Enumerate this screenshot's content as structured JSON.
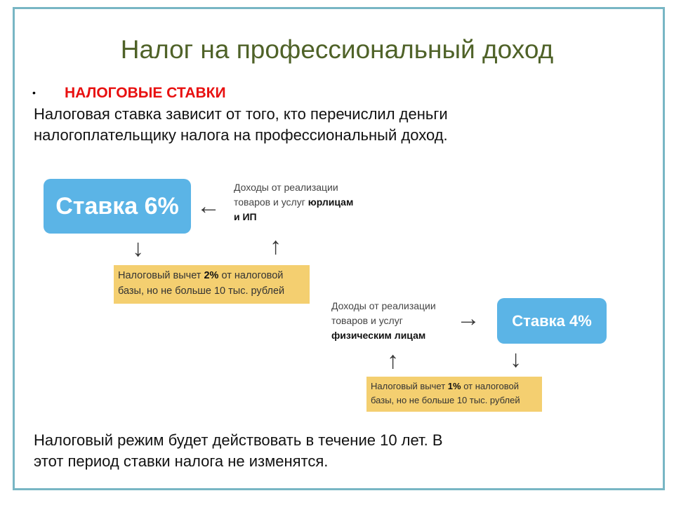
{
  "title": "Налог на профессиональный доход",
  "section": {
    "bullet": "•",
    "heading": "НАЛОГОВЫЕ СТАВКИ",
    "line1": "Налоговая ставка зависит от того, кто перечислил деньги",
    "line2": "налогоплательщику налога на профессиональный доход."
  },
  "diagram": {
    "rate1": "Ставка 6%",
    "source1": {
      "line1": "Доходы от реализации",
      "line2a": "товаров и услуг ",
      "line2b": "юрлицам",
      "line3": "и ИП"
    },
    "deduction1": {
      "pre": "Налоговый вычет ",
      "bold": "2%",
      "post": " от налоговой",
      "line2": "базы, но не больше 10 тыс. рублей"
    },
    "rate2": "Ставка 4%",
    "source2": {
      "line1": "Доходы от реализации",
      "line2": "товаров и услуг",
      "line3": "физическим лицам"
    },
    "deduction2": {
      "pre": "Налоговый вычет ",
      "bold": "1%",
      "post": " от налоговой",
      "line2": "базы, но не больше 10 тыс. рублей"
    }
  },
  "footer": {
    "line1": "Налоговый режим будет действовать в течение 10 лет. В",
    "line2": "этот период ставки налога не изменятся."
  }
}
